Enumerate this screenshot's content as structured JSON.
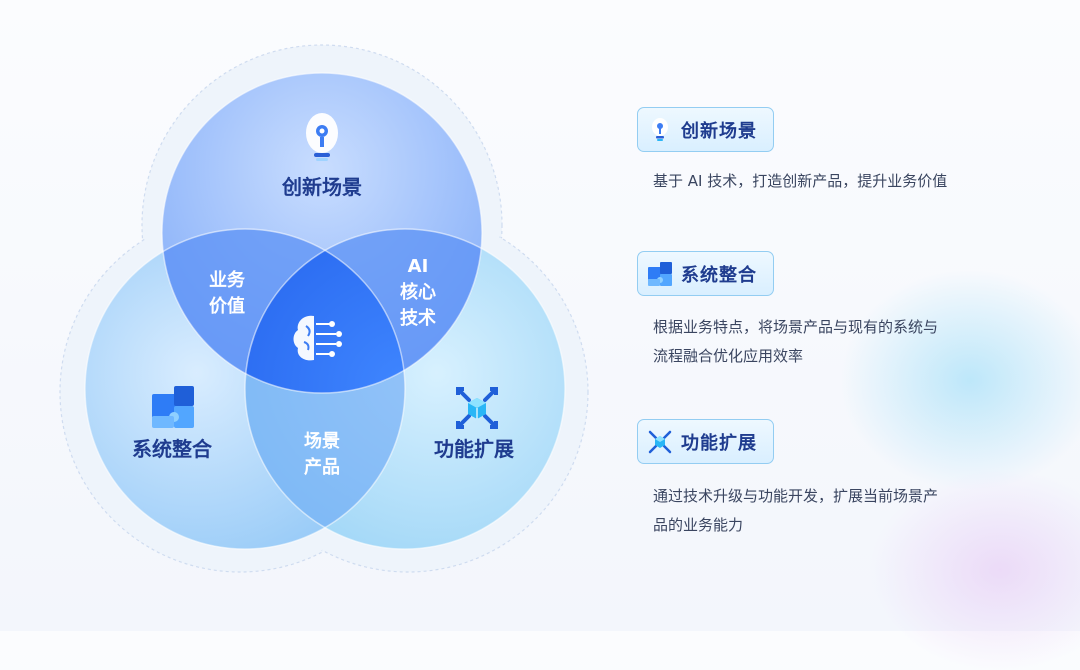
{
  "venn": {
    "top": "创新场景",
    "left": "系统整合",
    "right": "功能扩展",
    "overlap_top_left": [
      "业务",
      "价值"
    ],
    "overlap_top_right": [
      "AI",
      "核心",
      "技术"
    ],
    "overlap_bottom": [
      "场景",
      "产品"
    ],
    "center_icon": "ai-brain-icon"
  },
  "items": [
    {
      "title": "创新场景",
      "icon": "lightbulb-icon",
      "desc": [
        "基于 AI 技术，打造创新产品，提升业务价值"
      ]
    },
    {
      "title": "系统整合",
      "icon": "puzzle-icon",
      "desc": [
        "根据业务特点，将场景产品与现有的系统与",
        "流程融合优化应用效率"
      ]
    },
    {
      "title": "功能扩展",
      "icon": "expand-cube-icon",
      "desc": [
        "通过技术升级与功能开发，扩展当前场景产",
        "品的业务能力"
      ]
    }
  ],
  "colors": {
    "primary": "#1f3c8f",
    "accent": "#2e7cf6",
    "light": "#a9dcf7"
  }
}
